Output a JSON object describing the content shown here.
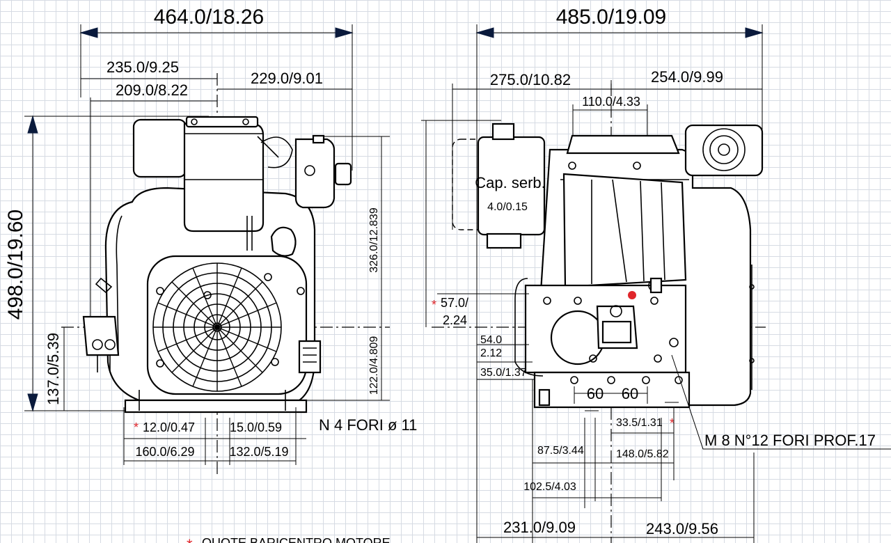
{
  "front_view": {
    "overall_width": "464.0/18.26",
    "left_to_center": "235.0/9.25",
    "left_inner": "209.0/8.22",
    "right_to_center": "229.0/9.01",
    "overall_height": "498.0/19.60",
    "base_to_axis": "137.0/5.39",
    "axis_to_top": "326.0/12.839",
    "axis_to_base": "122.0/4.809",
    "foot_offset": "12.0/0.47",
    "foot_offset_2": "15.0/0.59",
    "holes_note": "N 4 FORI ø 11",
    "foot_left": "160.0/6.29",
    "foot_right": "132.0/5.19"
  },
  "side_view": {
    "overall_width": "485.0/19.09",
    "left_width": "275.0/10.82",
    "right_width": "254.0/9.99",
    "center_spacing": "110.0/4.33",
    "tank_label": "Cap. serb.",
    "tank_capacity": "4.0/0.15",
    "cog_height_top": "57.0/",
    "cog_height_bottom": "2.24",
    "dim_54_top": "54.0",
    "dim_54_bottom": "2.12",
    "dim_35": "35.0/1.37",
    "spacing_60_left": "60",
    "spacing_60_right": "60",
    "dim_33": "33.5/1.31",
    "holes_note": "M 8 N°12 FORI PROF.17",
    "dim_87": "87.5/3.44",
    "dim_148": "148.0/5.82",
    "dim_102": "102.5/4.03",
    "dim_231": "231.0/9.09",
    "dim_243": "243.0/9.56"
  },
  "legend": {
    "star": "*",
    "note": "QUOTE BARICENTRO MOTORE"
  },
  "colors": {
    "arrow": "#0a1a3c",
    "star": "#e0262b",
    "grid": "#d6dbe3"
  }
}
